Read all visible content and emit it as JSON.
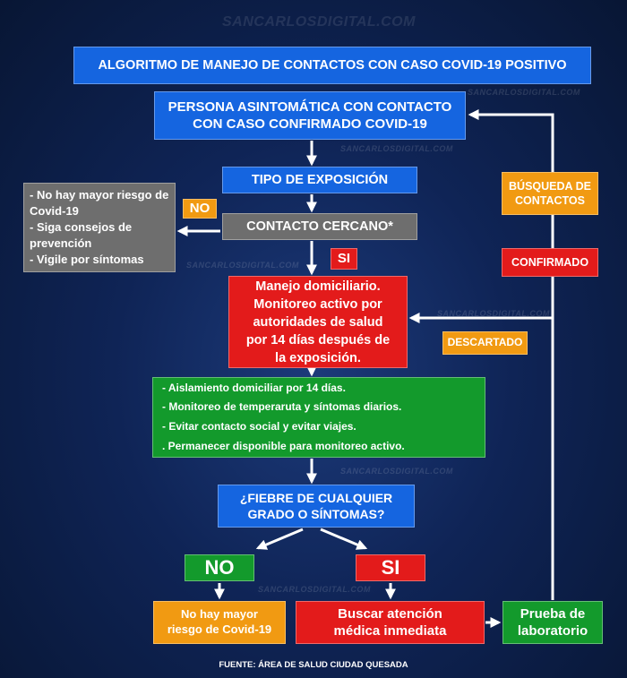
{
  "watermark": "SANCARLOSDIGITAL.COM",
  "title": "ALGORITMO DE MANEJO DE CONTACTOS CON CASO COVID-19 POSITIVO",
  "persona": {
    "line1": "PERSONA ASINTOMÁTICA CON CONTACTO",
    "line2": "CON CASO CONFIRMADO COVID-19"
  },
  "tipo_exposicion": "TIPO DE EXPOSICIÓN",
  "contacto_cercano": "CONTACTO CERCANO*",
  "tag_no": "NO",
  "tag_si": "SI",
  "no_branch_items": [
    "- No hay mayor riesgo de Covid-19",
    "- Siga consejos de prevención",
    "- Vigile por síntomas"
  ],
  "manejo": [
    "Manejo domiciliario.",
    "Monitoreo activo por",
    "autoridades de salud",
    "por 14 días después de",
    "la exposición."
  ],
  "green_items": [
    "- Aislamiento domiciliar por 14 días.",
    "- Monitoreo de temperaruta y síntomas diarios.",
    "- Evitar contacto social y evitar viajes.",
    ". Permanecer disponible para monitoreo activo."
  ],
  "fiebre": {
    "line1": "¿FIEBRE DE CUALQUIER",
    "line2": "GRADO O SÍNTOMAS?"
  },
  "answer_no": "NO",
  "answer_si": "SI",
  "no_riesgo": {
    "line1": "No hay mayor",
    "line2": "riesgo de Covid-19"
  },
  "buscar": {
    "line1": "Buscar atención",
    "line2": "médica inmediata"
  },
  "prueba": {
    "line1": "Prueba de",
    "line2": "laboratorio"
  },
  "busqueda": {
    "line1": "BÚSQUEDA DE",
    "line2": "CONTACTOS"
  },
  "confirmado": "CONFIRMADO",
  "descartado": "DESCARTADO",
  "fuente": "FUENTE: ÁREA DE SALUD CIUDAD QUESADA",
  "colors": {
    "blue": "#1565e0",
    "red": "#e31b1b",
    "green": "#139a2c",
    "orange": "#f19a12",
    "gray": "#6e6e6e",
    "background": "#0f2456"
  }
}
